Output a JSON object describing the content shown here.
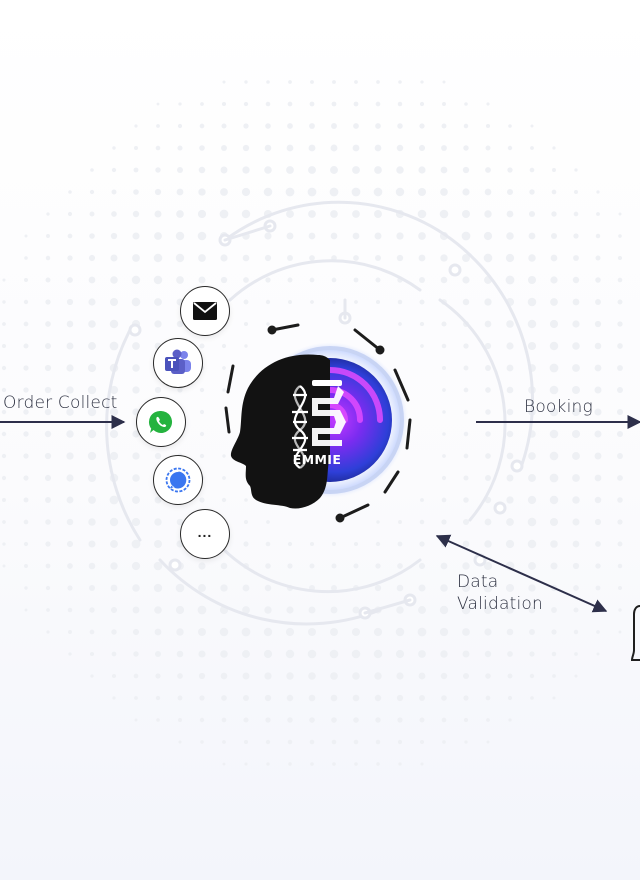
{
  "flow": {
    "order_collect": "Order Collect",
    "booking": "Booking",
    "data_validation_line1": "Data",
    "data_validation_line2": "Validation"
  },
  "brand": {
    "name": "EMMIE"
  },
  "channels": [
    {
      "icon": "envelope-icon"
    },
    {
      "icon": "teams-icon"
    },
    {
      "icon": "whatsapp-icon"
    },
    {
      "icon": "signal-icon"
    },
    {
      "icon": "more-icon",
      "label": "..."
    }
  ],
  "colors": {
    "arrow": "#2d2f4a",
    "teams": "#5b5fc7",
    "whatsapp": "#25b33f",
    "signal": "#3a76f0",
    "core_purple": "#7a2cf0",
    "core_blue": "#2e4fe0"
  }
}
